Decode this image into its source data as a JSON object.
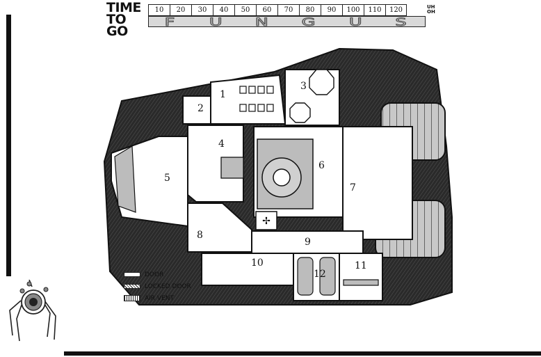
{
  "header": {
    "title_line1": "TIME",
    "title_line2": "TO GO",
    "time_marks": [
      "10",
      "20",
      "30",
      "40",
      "50",
      "60",
      "70",
      "80",
      "90",
      "100",
      "110",
      "120"
    ],
    "end_label_line1": "UH",
    "end_label_line2": "OH",
    "track_letters": [
      "F",
      "U",
      "N",
      "G",
      "U",
      "S"
    ]
  },
  "map": {
    "rooms": [
      "1",
      "2",
      "3",
      "4",
      "5",
      "6",
      "7",
      "8",
      "9",
      "10",
      "11",
      "12"
    ]
  },
  "legend": {
    "door": "DOOR",
    "locked_door": "LOCKED DOOR",
    "air_vent": "AIR VENT"
  },
  "colors": {
    "ink": "#111111",
    "hull": "#2a2a2a",
    "floor": "#ffffff",
    "fungus_track": "#d9d9d9",
    "machine_grey": "#bcbcbc"
  }
}
